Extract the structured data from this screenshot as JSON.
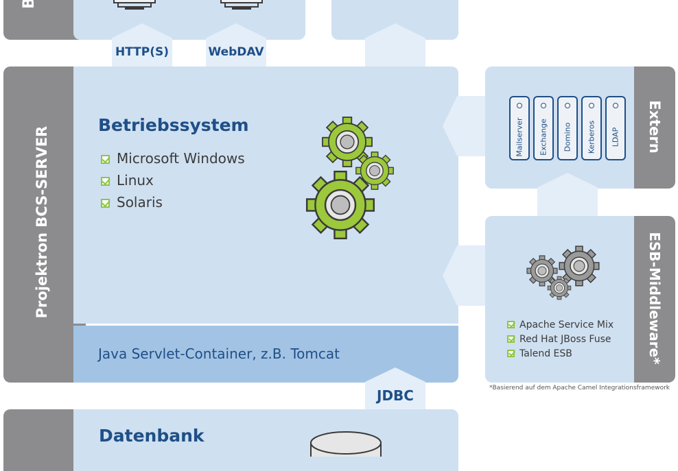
{
  "client_labels": {
    "top_left_tab": "B"
  },
  "protocols": {
    "http": "HTTP(S)",
    "webdav": "WebDAV",
    "jdbc": "JDBC"
  },
  "server": {
    "side_label": "Projektron BCS-SERVER",
    "os_title": "Betriebssystem",
    "os_items": [
      "Microsoft Windows",
      "Linux",
      "Solaris"
    ],
    "container_label": "Java Servlet-Container, z.B. Tomcat"
  },
  "extern": {
    "side_label": "Extern",
    "servers": [
      "Mailserver",
      "Exchange",
      "Domino",
      "Kerberos",
      "LDAP"
    ]
  },
  "esb": {
    "side_label": "ESB-Middleware*",
    "items": [
      "Apache Service Mix",
      "Red Hat JBoss Fuse",
      "Talend ESB"
    ],
    "footnote": "*Basierend auf dem Apache Camel Integrationsframework"
  },
  "database": {
    "title": "Datenbank"
  },
  "icons": {
    "gear": "gear-icon",
    "monitor": "monitor-icon",
    "database": "database-icon",
    "check": "check-icon"
  },
  "colors": {
    "gray": "#8c8c8e",
    "panel_blue": "#cfe0f1",
    "container_blue": "#a3c3e4",
    "title_blue": "#1f4f86",
    "check_green": "#8cc63f"
  }
}
